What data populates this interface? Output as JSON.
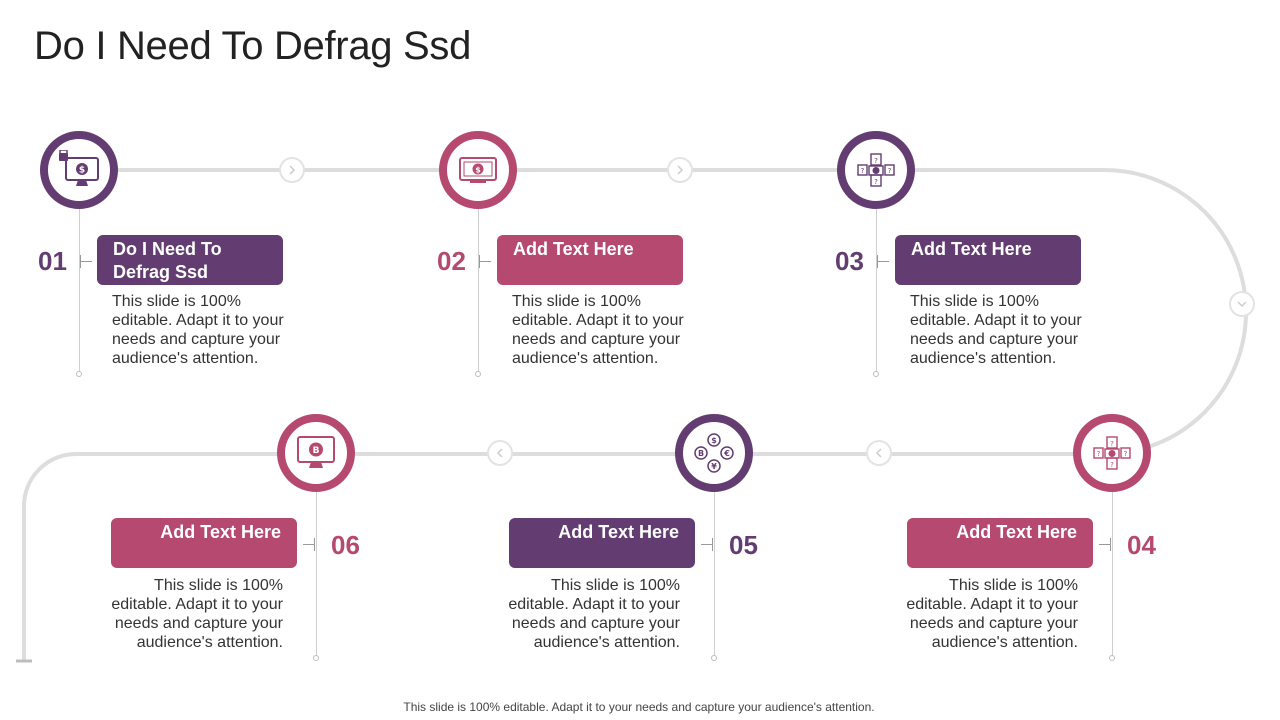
{
  "title": "Do I Need To Defrag Ssd",
  "footer": "This slide is 100% editable. Adapt it to your needs and capture your audience's attention.",
  "colors": {
    "purple": "#633d72",
    "pink": "#b5496f",
    "track": "#dddddd"
  },
  "steps": [
    {
      "number": "01",
      "heading": "Do I Need To Defrag Ssd",
      "text": "This slide is 100% editable. Adapt it to your needs and capture your audience's attention.",
      "icon": "monitor-dollar-icon",
      "color": "purple"
    },
    {
      "number": "02",
      "heading": "Add Text Here",
      "text": "This slide is 100% editable. Adapt it to your needs and capture your audience's attention.",
      "icon": "screen-dollar-icon",
      "color": "pink"
    },
    {
      "number": "03",
      "heading": "Add Text Here",
      "text": "This slide is 100% editable. Adapt it to your needs and capture your audience's attention.",
      "icon": "dollar-network-icon",
      "color": "purple"
    },
    {
      "number": "04",
      "heading": "Add Text Here",
      "text": "This slide is 100% editable. Adapt it to your needs and capture your audience's attention.",
      "icon": "dollar-network-icon",
      "color": "pink"
    },
    {
      "number": "05",
      "heading": "Add Text Here",
      "text": "This slide is 100% editable. Adapt it to your needs and capture your audience's attention.",
      "icon": "currency-coins-icon",
      "color": "purple"
    },
    {
      "number": "06",
      "heading": "Add Text Here",
      "text": "This slide is 100% editable. Adapt it to your needs and capture your audience's attention.",
      "icon": "monitor-bitcoin-icon",
      "color": "pink"
    }
  ]
}
